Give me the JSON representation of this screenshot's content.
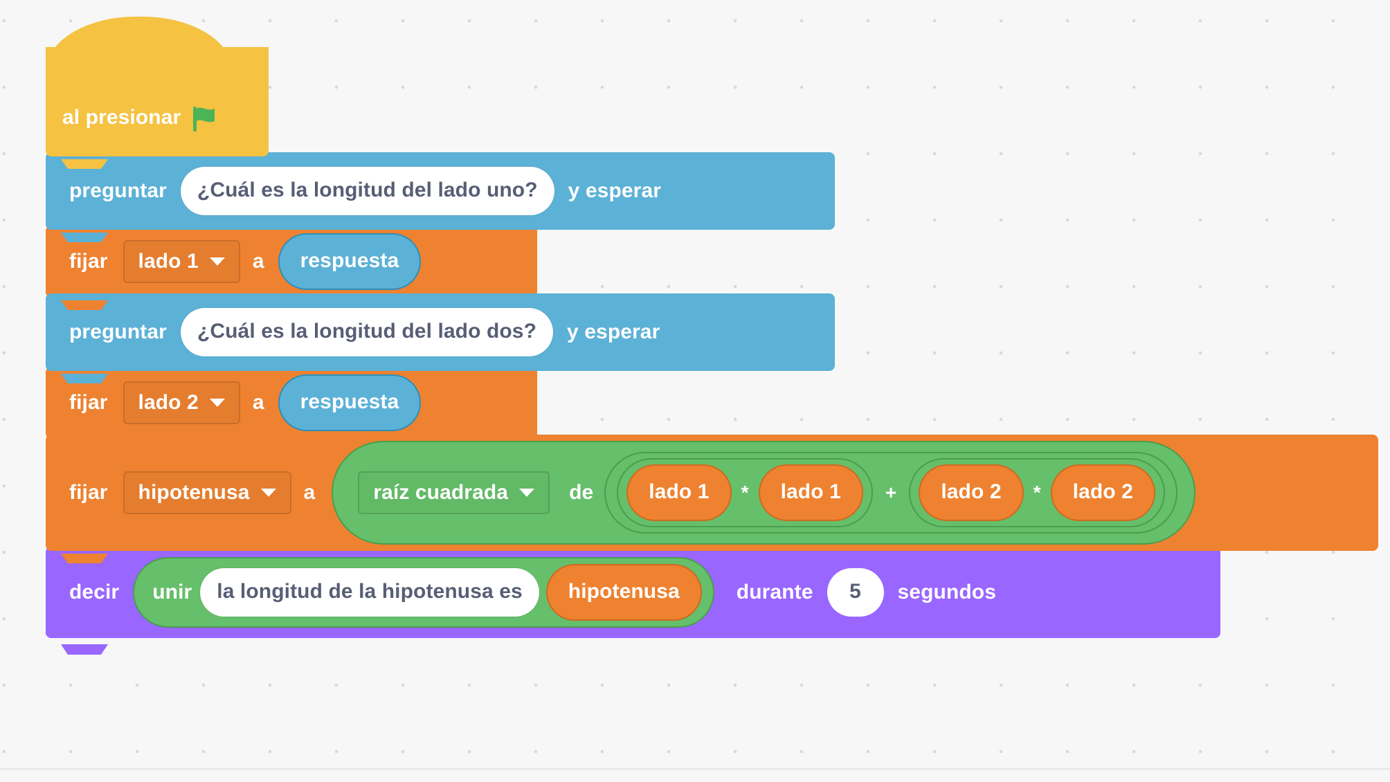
{
  "canvas": {
    "background_color": "#f7f7f7",
    "grid_dot_color": "#d9d9d9"
  },
  "palette": {
    "events_yellow": "#f5c242",
    "sensing_blue": "#5cb1d6",
    "variables_orange": "#ee8230",
    "operators_green": "#66bf6a",
    "looks_purple": "#9966ff",
    "input_white": "#ffffff",
    "input_text": "#575e75"
  },
  "script": {
    "hat": {
      "label": "al presionar",
      "icon": "green-flag-icon"
    },
    "blocks": [
      {
        "id": "ask-1",
        "category": "sensing",
        "prefix": "preguntar",
        "question": "¿Cuál es la longitud del lado uno?",
        "suffix": "y esperar"
      },
      {
        "id": "set-1",
        "category": "variables",
        "prefix": "fijar",
        "variable": "lado 1",
        "connector": "a",
        "value_reporter": "respuesta"
      },
      {
        "id": "ask-2",
        "category": "sensing",
        "prefix": "preguntar",
        "question": "¿Cuál es la longitud del lado dos?",
        "suffix": "y esperar"
      },
      {
        "id": "set-2",
        "category": "variables",
        "prefix": "fijar",
        "variable": "lado 2",
        "connector": "a",
        "value_reporter": "respuesta"
      },
      {
        "id": "set-hypotenuse",
        "category": "variables",
        "prefix": "fijar",
        "variable": "hipotenusa",
        "connector": "a",
        "operator": {
          "function": "raíz cuadrada",
          "of_word": "de",
          "expression": {
            "left": {
              "a": "lado 1",
              "op": "*",
              "b": "lado 1"
            },
            "op": "+",
            "right": {
              "a": "lado 2",
              "op": "*",
              "b": "lado 2"
            }
          }
        }
      },
      {
        "id": "say-block",
        "category": "looks",
        "prefix": "decir",
        "join_label": "unir",
        "join_text": "la longitud de la hipotenusa es",
        "join_variable": "hipotenusa",
        "duration_word": "durante",
        "duration_value": "5",
        "seconds_word": "segundos"
      }
    ]
  }
}
